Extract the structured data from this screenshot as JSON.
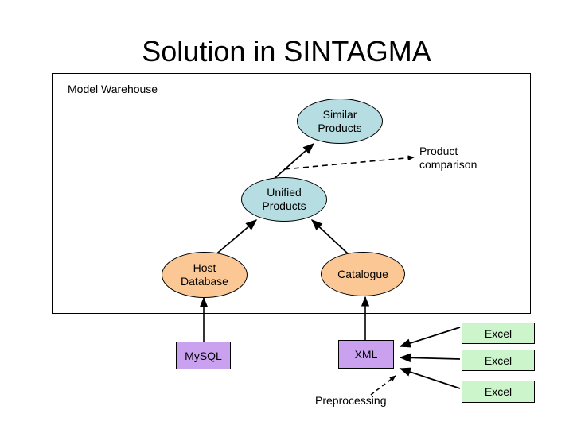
{
  "slide": {
    "title": "Solution in SINTAGMA",
    "background_color": "#ffffff"
  },
  "warehouse": {
    "label": "Model Warehouse",
    "border_color": "#000000"
  },
  "colors": {
    "model_fill": "#b5dde2",
    "source_fill": "#fbc895",
    "database_fill": "#c9a1ef",
    "file_fill": "#ccf5cc",
    "stroke": "#000000"
  },
  "nodes": {
    "similar_products": {
      "line1": "Similar",
      "line2": "Products"
    },
    "unified_products": {
      "line1": "Unified",
      "line2": "Products"
    },
    "host_database": {
      "line1": "Host",
      "line2": "Database"
    },
    "catalogue": {
      "line1": "Catalogue",
      "line2": ""
    },
    "mysql": {
      "label": "MySQL"
    },
    "xml": {
      "label": "XML"
    },
    "excel_1": {
      "label": "Excel"
    },
    "excel_2": {
      "label": "Excel"
    },
    "excel_3": {
      "label": "Excel"
    }
  },
  "annotations": {
    "product_comparison": "Product\ncomparison",
    "preprocessing": "Preprocessing"
  }
}
